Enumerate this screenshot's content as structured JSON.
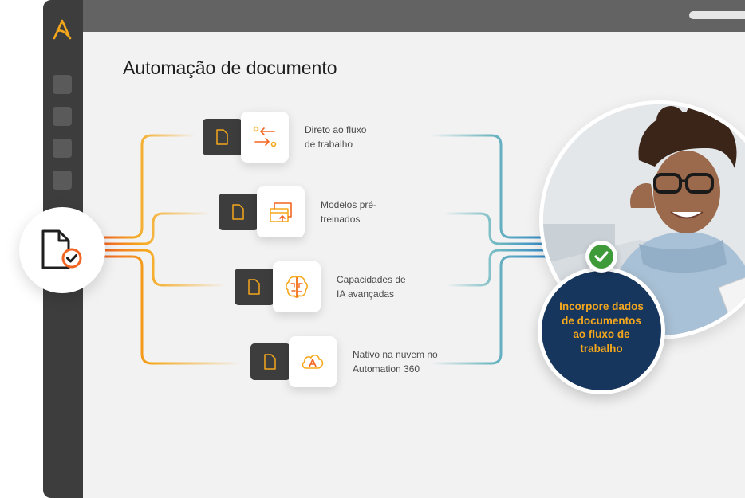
{
  "app": {
    "title": "Automação de documento"
  },
  "sidebar": {
    "logo_icon": "automation-anywhere-a-logo",
    "nav_items": 4
  },
  "features": [
    {
      "label": "Direto ao fluxo de trabalho",
      "line1": "Direto ao fluxo",
      "line2": "de trabalho",
      "icon": "workflow-arrows-icon"
    },
    {
      "label": "Modelos pré-treinados",
      "line1": "Modelos pré-",
      "line2": "treinados",
      "icon": "pretrained-models-icon"
    },
    {
      "label": "Capacidades de IA avançadas",
      "line1": "Capacidades de",
      "line2": "IA avançadas",
      "icon": "ai-brain-icon"
    },
    {
      "label": "Nativo na nuvem no Automation 360",
      "line1": "Nativo na nuvem no",
      "line2": "Automation 360",
      "icon": "cloud-bot-icon"
    }
  ],
  "hub": {
    "icon": "document-check-icon"
  },
  "result": {
    "text": "Incorpore dados de documentos ao fluxo de trabalho",
    "line1": "Incorpore dados",
    "line2": "de documentos",
    "line3": "ao fluxo de",
    "line4": "trabalho",
    "badge_icon": "check-icon",
    "photo": "woman-with-glasses-reading-document"
  },
  "colors": {
    "accent_orange": "#f5a81c",
    "accent_red_orange": "#f26522",
    "teal": "#6fb8c0",
    "navy": "#17365d",
    "green": "#3f9b3a",
    "sidebar": "#3d3d3d",
    "topbar": "#636363"
  }
}
